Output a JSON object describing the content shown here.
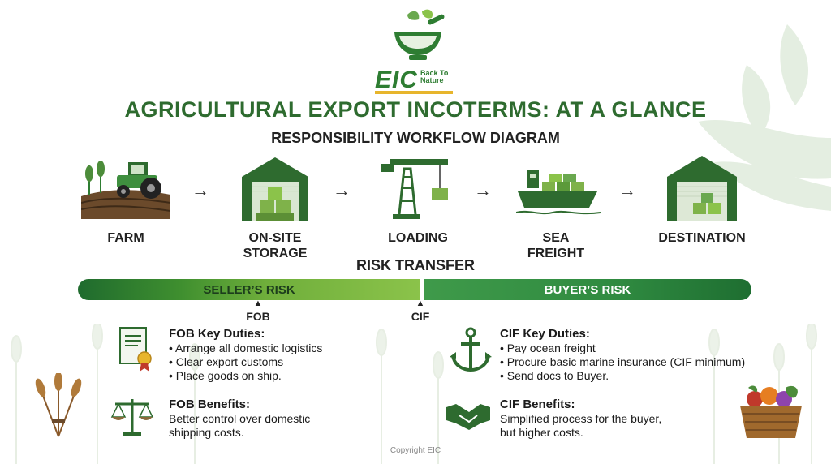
{
  "brand": {
    "logo_main": "EIC",
    "logo_sub": "Back To Nature"
  },
  "title": "AGRICULTURAL EXPORT INCOTERMS: AT A GLANCE",
  "subtitle": "RESPONSIBILITY WORKFLOW DIAGRAM",
  "workflow": {
    "steps": [
      {
        "label": "FARM",
        "icon": "tractor-field-icon"
      },
      {
        "label": "ON-SITE\nSTORAGE",
        "icon": "warehouse-icon"
      },
      {
        "label": "LOADING",
        "icon": "crane-icon"
      },
      {
        "label": "SEA\nFREIGHT",
        "icon": "cargo-ship-icon"
      },
      {
        "label": "DESTINATION",
        "icon": "destination-warehouse-icon"
      }
    ],
    "arrow": "→"
  },
  "risk": {
    "title": "RISK TRANSFER",
    "seller_label": "SELLER’S RISK",
    "buyer_label": "BUYER’S RISK",
    "fob_marker": "FOB",
    "cif_marker": "CIF",
    "marker_glyph": "▲"
  },
  "fob": {
    "duties_title": "FOB Key Duties:",
    "duties": [
      "Arrange all domestic logistics",
      "Clear export customs",
      "Place goods on ship."
    ],
    "benefits_title": "FOB Benefits:",
    "benefits_line1": "Better control over domestic",
    "benefits_line2": "shipping costs."
  },
  "cif": {
    "duties_title": "CIF Key Duties:",
    "duties": [
      "Pay ocean freight",
      "Procure basic marine insurance (CIF minimum)",
      "Send docs to Buyer."
    ],
    "benefits_title": "CIF Benefits:",
    "benefits_line1": "Simplified process for the buyer,",
    "benefits_line2": "but higher costs."
  },
  "copyright": "Copyright EIC",
  "colors": {
    "dark_green": "#1f6b2e",
    "light_green": "#8bc34a",
    "title_green": "#2e6b2f",
    "gold": "#e7b52c"
  }
}
